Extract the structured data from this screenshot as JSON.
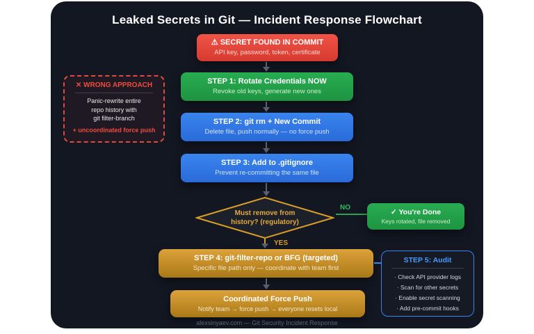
{
  "page": {
    "title": "Leaked Secrets in Git — Incident Response Flowchart",
    "footer": "alexsinyaev.com — Git Security Incident Response"
  },
  "icons": {
    "warning": "⚠",
    "check": "✓",
    "cross": "✕"
  },
  "nodes": {
    "alert": {
      "title": "SECRET FOUND IN COMMIT",
      "subtitle": "API key, password, token, certificate"
    },
    "step1": {
      "title": "STEP 1: Rotate Credentials NOW",
      "subtitle": "Revoke old keys, generate new ones"
    },
    "step2": {
      "title": "STEP 2: git rm + New Commit",
      "subtitle": "Delete file, push normally — no force push"
    },
    "step3": {
      "title": "STEP 3: Add to .gitignore",
      "subtitle": "Prevent re-committing the same file"
    },
    "decision": {
      "line1": "Must remove from",
      "line2": "history? (regulatory)"
    },
    "done": {
      "title": "You're Done",
      "subtitle": "Keys rotated, file removed"
    },
    "step4": {
      "title": "STEP 4: git-filter-repo or BFG (targeted)",
      "subtitle": "Specific file path only — coordinate with team first"
    },
    "force_push": {
      "title": "Coordinated Force Push",
      "subtitle": "Notify team → force push → everyone resets local"
    }
  },
  "labels": {
    "yes": "YES",
    "no": "NO"
  },
  "audit": {
    "title": "STEP 5: Audit",
    "items": [
      "Check API provider logs",
      "Scan for other secrets",
      "Enable secret scanning",
      "Add pre-commit hooks"
    ]
  },
  "wrong": {
    "title": "WRONG APPROACH",
    "lines": [
      "Panic-rewrite entire",
      "repo history with",
      "git filter-branch"
    ],
    "warning": "+ uncoordinated force push"
  },
  "colors": {
    "card_bg": "#131722",
    "red": "#d63a30",
    "green": "#1e9441",
    "blue": "#2a6bd9",
    "amber": "#a97917",
    "diamond_stroke": "#d99d28",
    "no_green": "#2fbd5d",
    "audit_blue": "#3b82f6",
    "wrong_red": "#ef4b3e"
  }
}
